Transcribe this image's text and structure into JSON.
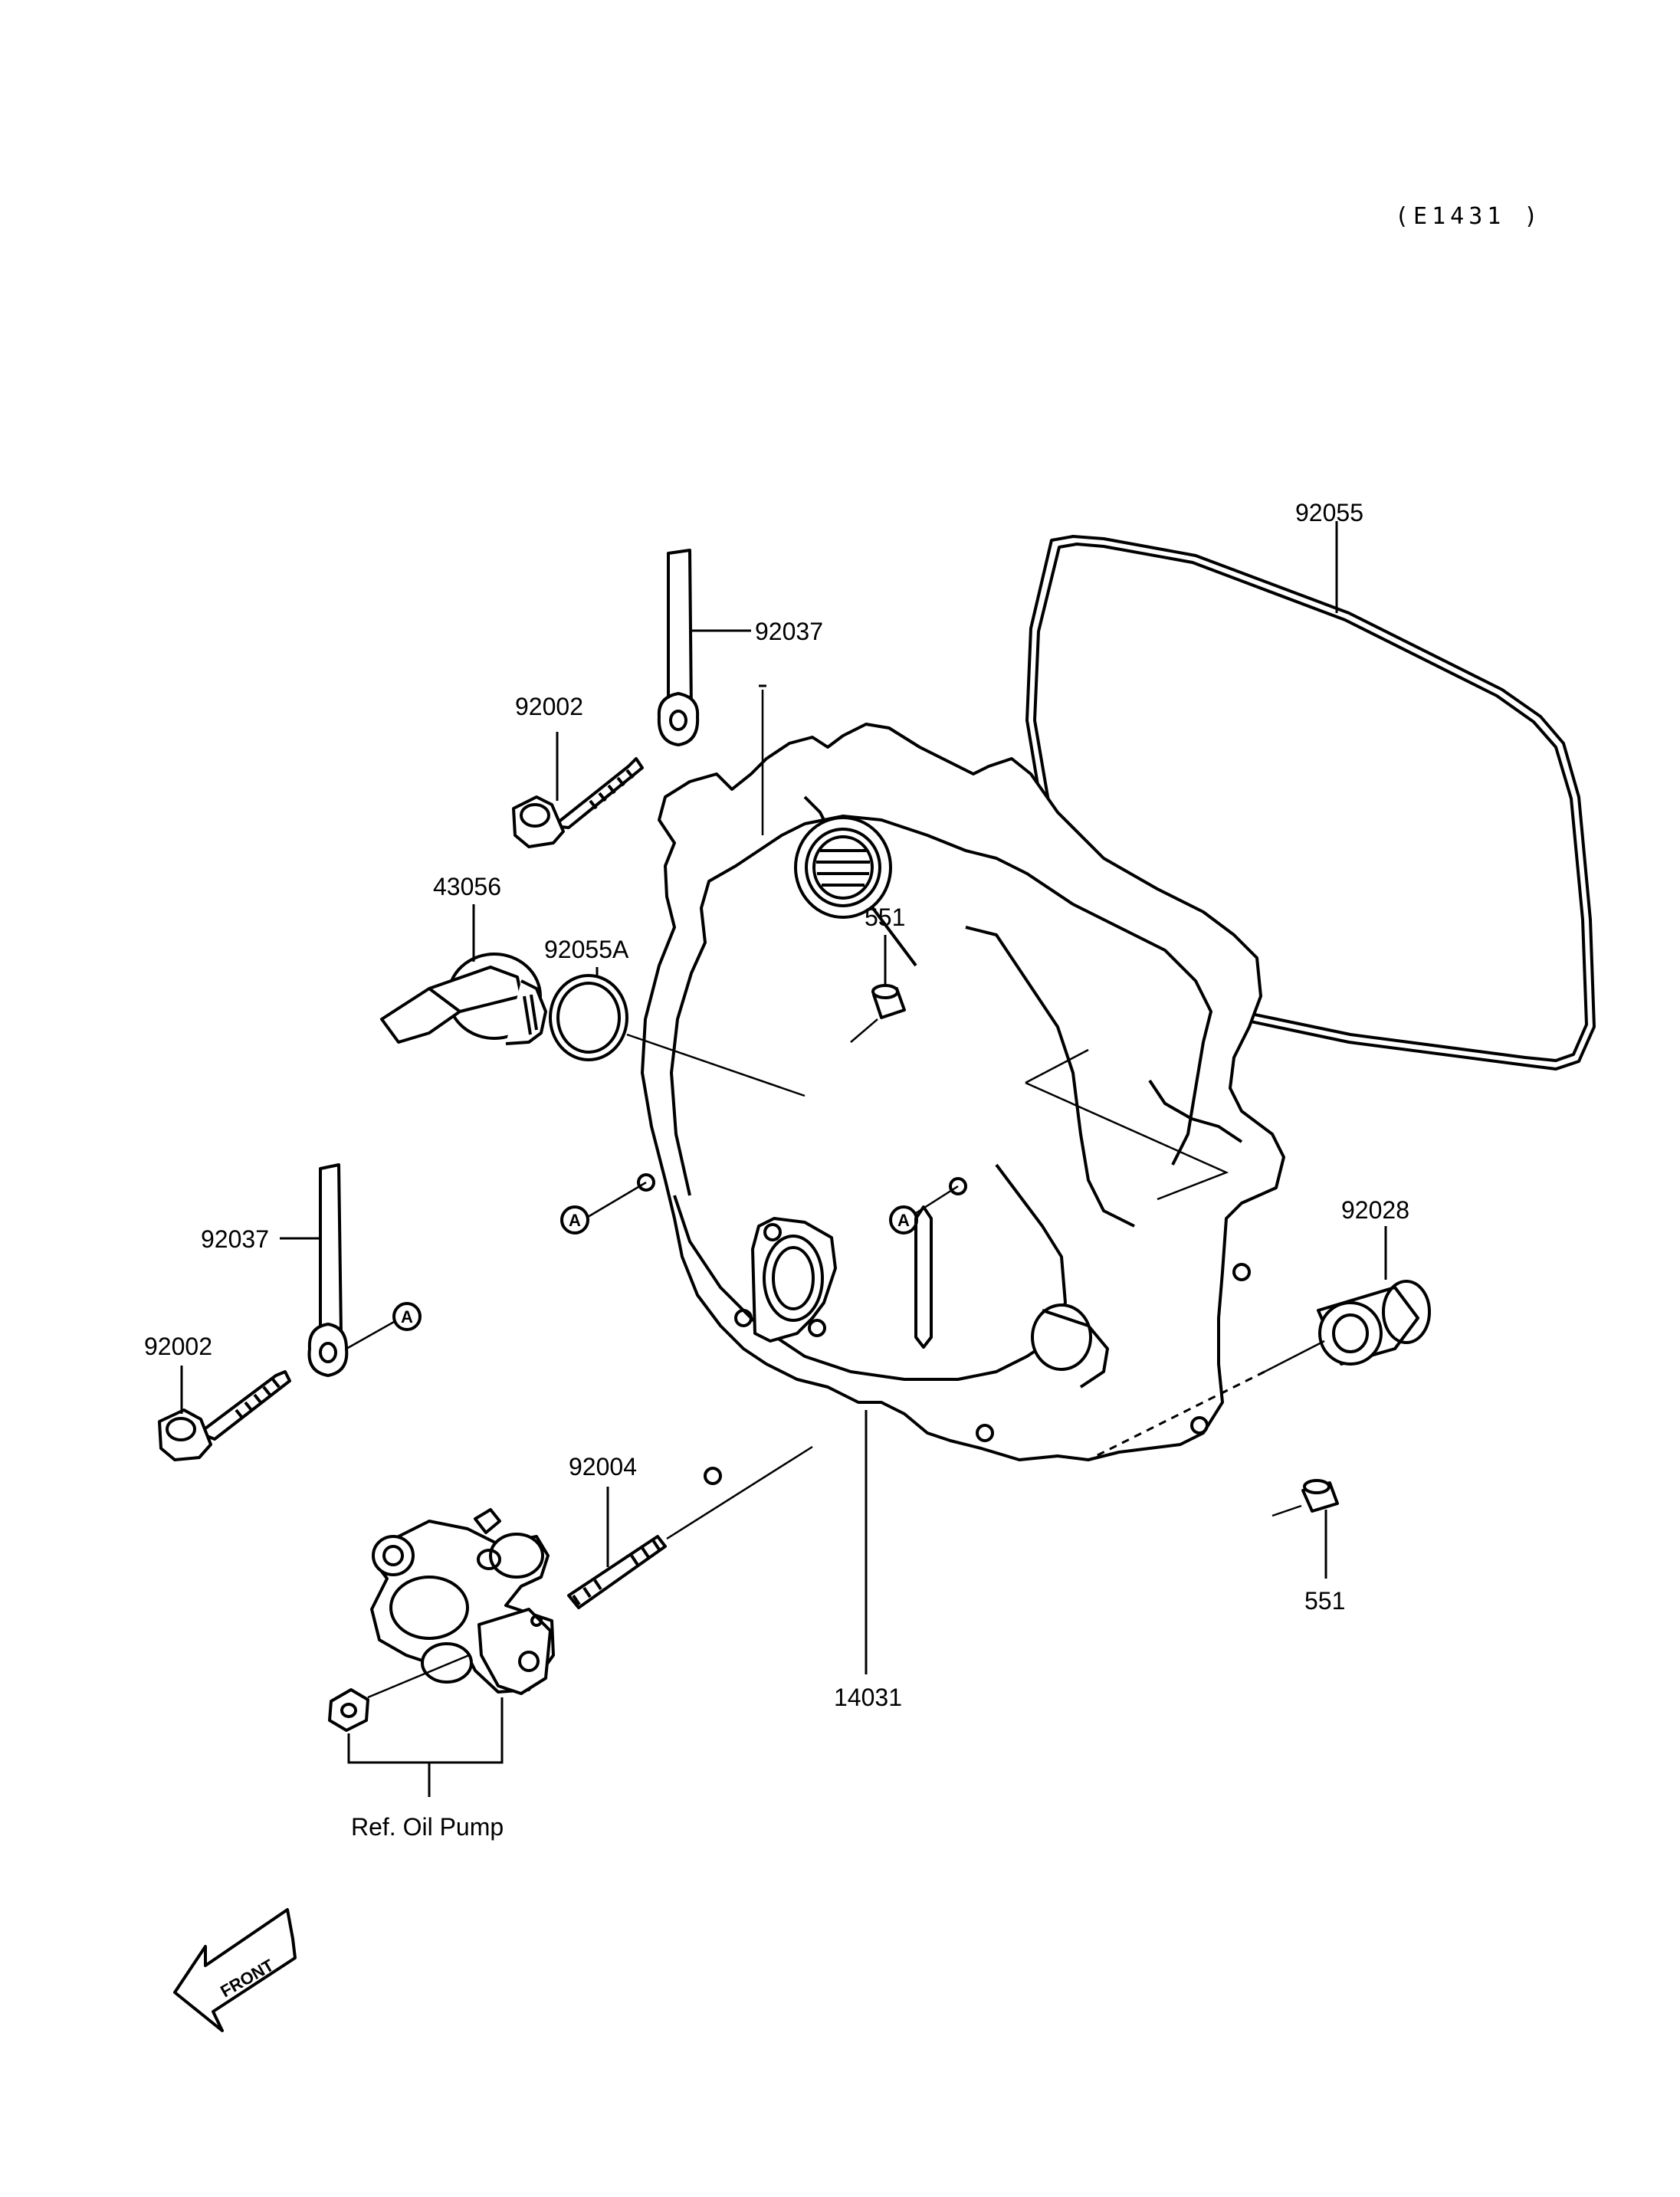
{
  "diagram_code": "(E1431 )",
  "parts": {
    "o_ring_large": "92055",
    "cable_holder_top": "92037",
    "bolt_top": "92002",
    "oil_filler_cap": "43056",
    "o_ring_small": "92055A",
    "dowel_pin_top": "551",
    "cable_holder_left": "92037",
    "bolt_left": "92002",
    "stud": "92004",
    "cover": "14031",
    "bushing": "92028",
    "dowel_pin_right": "551"
  },
  "circle_markers": [
    "A",
    "A",
    "A"
  ],
  "ref_note": "Ref. Oil Pump",
  "front_marker": "FRONT"
}
